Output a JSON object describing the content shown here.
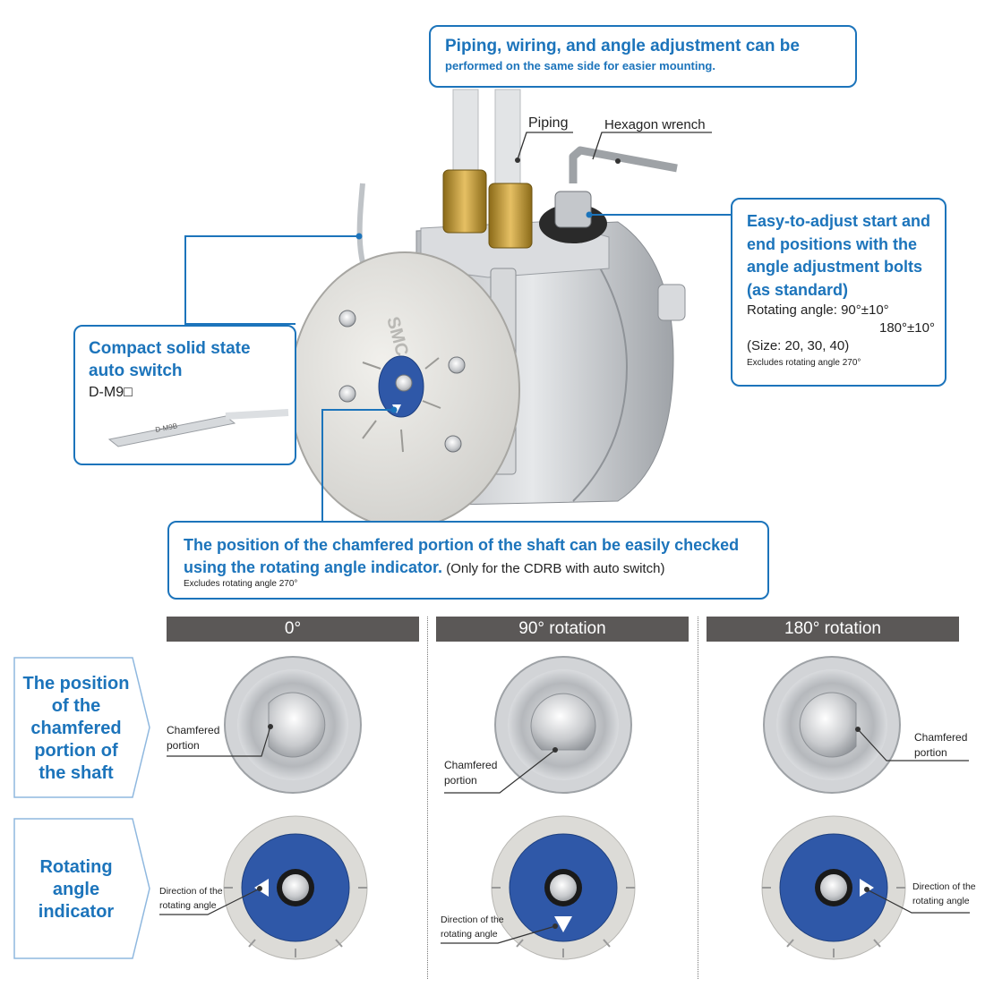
{
  "top_callout": {
    "title_strong": "Piping,",
    "title_rest": " wiring, and angle adjustment can be",
    "subtitle": "performed on the same side for easier mounting."
  },
  "labels": {
    "piping": "Piping",
    "hexagon_wrench": "Hexagon wrench"
  },
  "right_callout": {
    "strong": "Easy-to-adjust",
    "line1_rest": " start and",
    "line2": "end positions with the",
    "line3": "angle adjustment bolts",
    "line4": "(as standard)",
    "rot_label": "Rotating angle: 90°±10°",
    "rot_180": "180°±10°",
    "size": "(Size: 20, 30, 40)",
    "note": "Excludes rotating angle 270°"
  },
  "left_callout": {
    "strong": "Compact",
    "line1_rest": " solid state",
    "line2": "auto switch",
    "model": "D-M9□",
    "switch_text": "D-M9B"
  },
  "bottom_callout": {
    "strong": "The",
    "line1_rest": " position of the chamfered portion of the shaft can be easily checked",
    "line2_bold": "using the rotating angle indicator.",
    "line2_normal": " (Only for the CDRB with auto switch)",
    "note": "Excludes rotating angle 270°"
  },
  "product": {
    "brand": "SMC",
    "switch_label": "D-M9B"
  },
  "columns": [
    {
      "header": "0°",
      "chamfer_label_1": "Chamfered",
      "chamfer_label_2": "portion",
      "dir_label_1": "Direction of the",
      "dir_label_2": "rotating angle"
    },
    {
      "header": "90° rotation",
      "chamfer_label_1": "Chamfered",
      "chamfer_label_2": "portion",
      "dir_label_1": "Direction of the",
      "dir_label_2": "rotating angle"
    },
    {
      "header": "180° rotation",
      "chamfer_label_1": "Chamfered",
      "chamfer_label_2": "portion",
      "dir_label_1": "Direction of the",
      "dir_label_2": "rotating angle"
    }
  ],
  "row_labels": {
    "row1": [
      "The position",
      "of the",
      "chamfered",
      "portion of",
      "the shaft"
    ],
    "row2": [
      "Rotating",
      "angle",
      "indicator"
    ]
  },
  "colors": {
    "accent": "#1c74bb",
    "header_bg": "#5b5857",
    "indicator_blue": "#2f58a8"
  }
}
